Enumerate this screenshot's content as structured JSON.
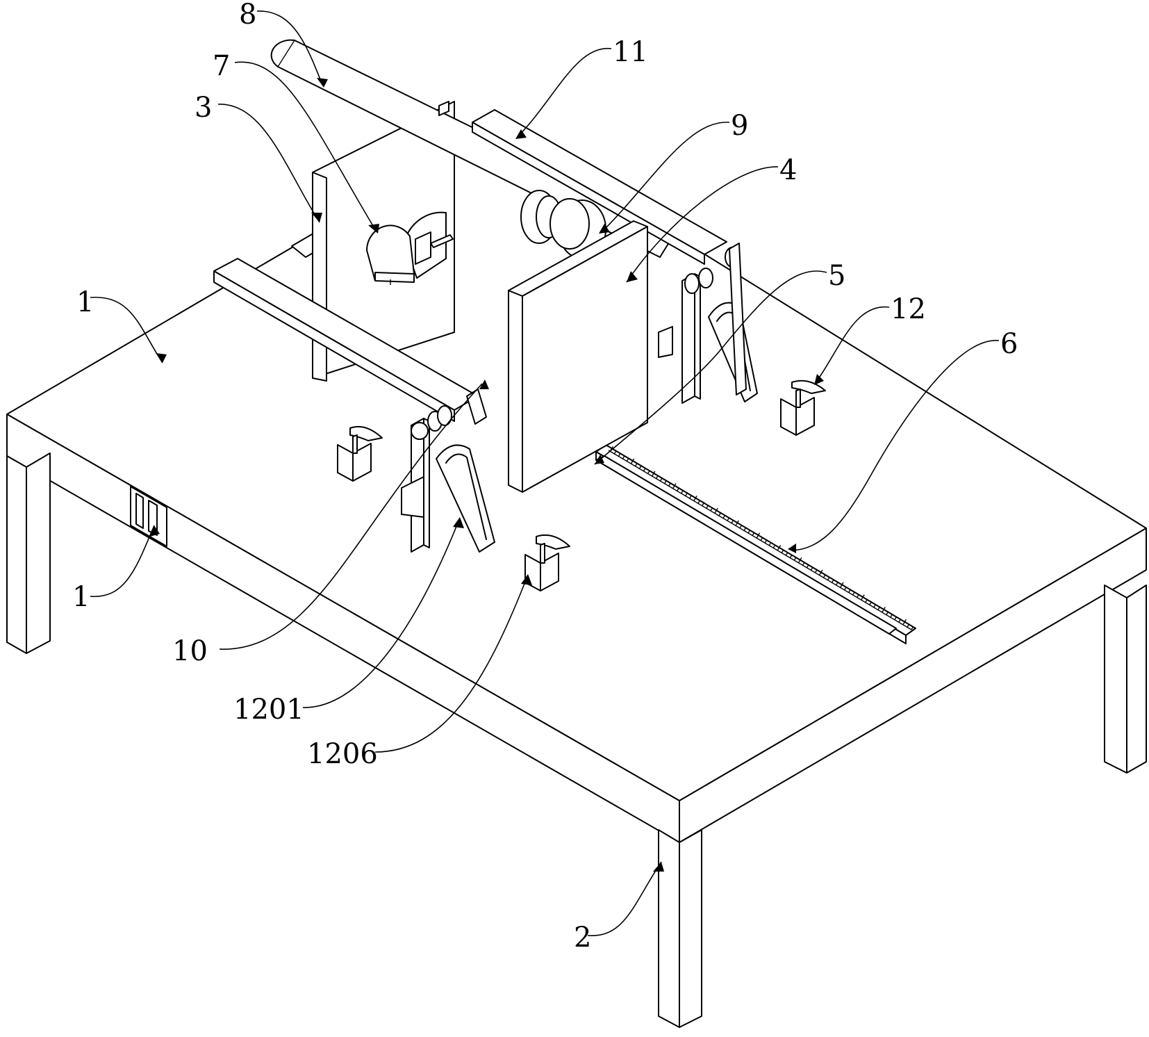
{
  "labels": {
    "l1a": "1",
    "l1b": "1",
    "l2": "2",
    "l3": "3",
    "l4": "4",
    "l5": "5",
    "l6": "6",
    "l7": "7",
    "l8": "8",
    "l9": "9",
    "l10": "10",
    "l11": "11",
    "l12": "12",
    "l1201": "1201",
    "l1206": "1206"
  }
}
